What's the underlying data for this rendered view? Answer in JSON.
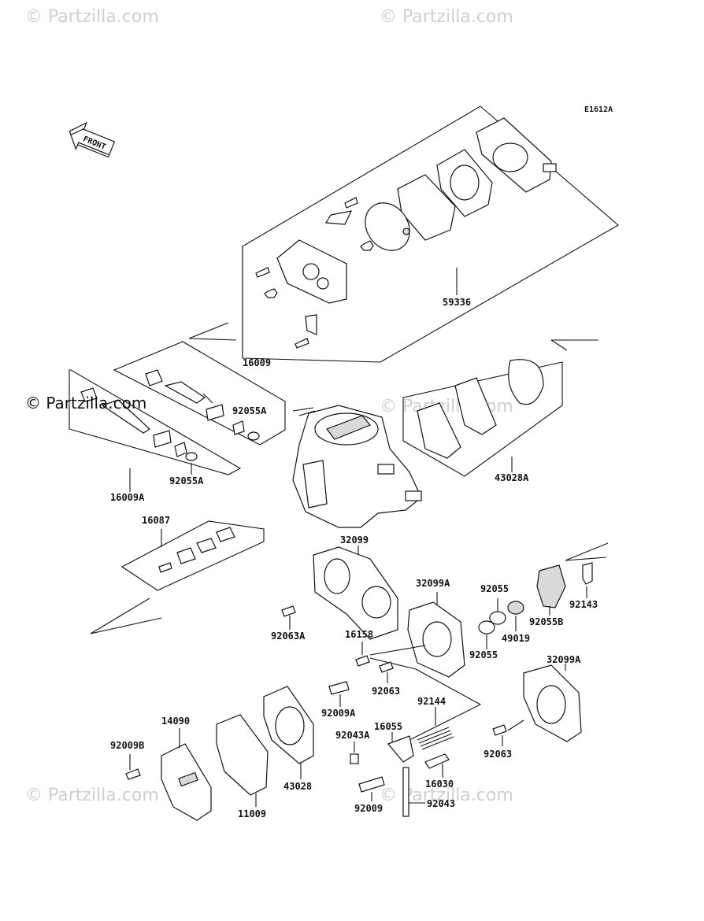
{
  "diagram": {
    "code": "E1612A",
    "front_label": "FRONT",
    "copyright": "© Partzilla.com",
    "watermark": "© Partzilla.com",
    "parts": [
      {
        "id": "p59336",
        "label": "59336"
      },
      {
        "id": "p16009",
        "label": "16009"
      },
      {
        "id": "p92055A_1",
        "label": "92055A"
      },
      {
        "id": "p92055A_2",
        "label": "92055A"
      },
      {
        "id": "p16009A",
        "label": "16009A"
      },
      {
        "id": "p43028A",
        "label": "43028A"
      },
      {
        "id": "p16087",
        "label": "16087"
      },
      {
        "id": "p32099",
        "label": "32099"
      },
      {
        "id": "p32099A_1",
        "label": "32099A"
      },
      {
        "id": "p92055_1",
        "label": "92055"
      },
      {
        "id": "p92055B",
        "label": "92055B"
      },
      {
        "id": "p92143",
        "label": "92143"
      },
      {
        "id": "p49019",
        "label": "49019"
      },
      {
        "id": "p92063A",
        "label": "92063A"
      },
      {
        "id": "p16158",
        "label": "16158"
      },
      {
        "id": "p92055_2",
        "label": "92055"
      },
      {
        "id": "p92063_1",
        "label": "92063"
      },
      {
        "id": "p32099A_2",
        "label": "32099A"
      },
      {
        "id": "p92009A",
        "label": "92009A"
      },
      {
        "id": "p92144",
        "label": "92144"
      },
      {
        "id": "p14090",
        "label": "14090"
      },
      {
        "id": "p16055",
        "label": "16055"
      },
      {
        "id": "p92043A",
        "label": "92043A"
      },
      {
        "id": "p92009B",
        "label": "92009B"
      },
      {
        "id": "p92063_2",
        "label": "92063"
      },
      {
        "id": "p16030",
        "label": "16030"
      },
      {
        "id": "p43028",
        "label": "43028"
      },
      {
        "id": "p92009",
        "label": "92009"
      },
      {
        "id": "p92043",
        "label": "92043"
      },
      {
        "id": "p11009",
        "label": "11009"
      }
    ]
  }
}
